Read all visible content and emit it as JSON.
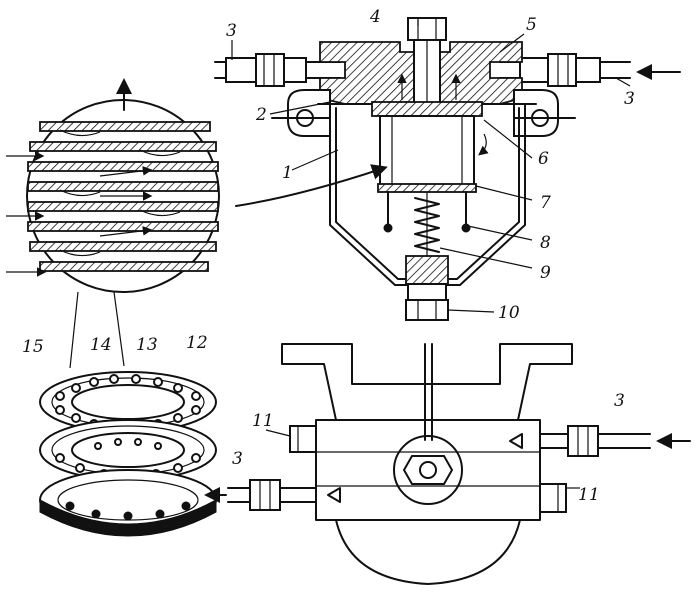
{
  "labels": {
    "l1": "1",
    "l2": "2",
    "l3a": "3",
    "l3b": "3",
    "l3c": "3",
    "l3d": "3",
    "l4": "4",
    "l5": "5",
    "l6": "6",
    "l7": "7",
    "l8": "8",
    "l9": "9",
    "l10": "10",
    "l11a": "11",
    "l11b": "11",
    "l12": "12",
    "l13": "13",
    "l14": "14",
    "l15": "15"
  }
}
